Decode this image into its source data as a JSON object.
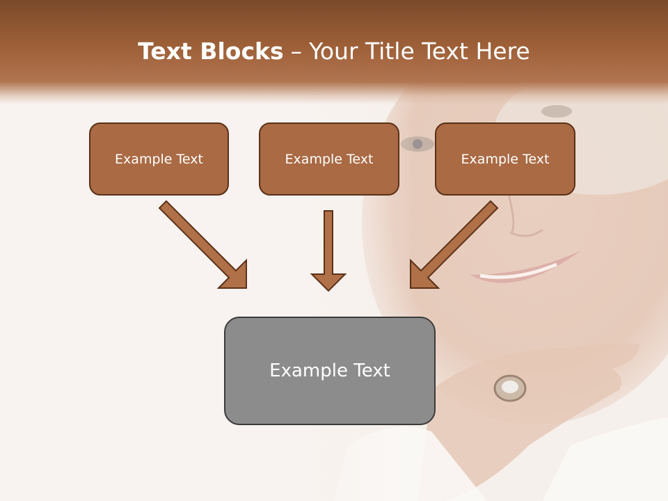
{
  "title": {
    "bold": "Text Blocks",
    "separator": "–",
    "rest": "Your Title Text Here"
  },
  "boxes": {
    "left": "Example Text",
    "center": "Example Text",
    "right": "Example Text",
    "bottom": "Example Text"
  },
  "colors": {
    "header_brown": "#9e6038",
    "box_brown": "#a96a44",
    "box_border_brown": "#5a3118",
    "box_gray": "#8c8c8c",
    "arrow_fill": "#b07048"
  }
}
